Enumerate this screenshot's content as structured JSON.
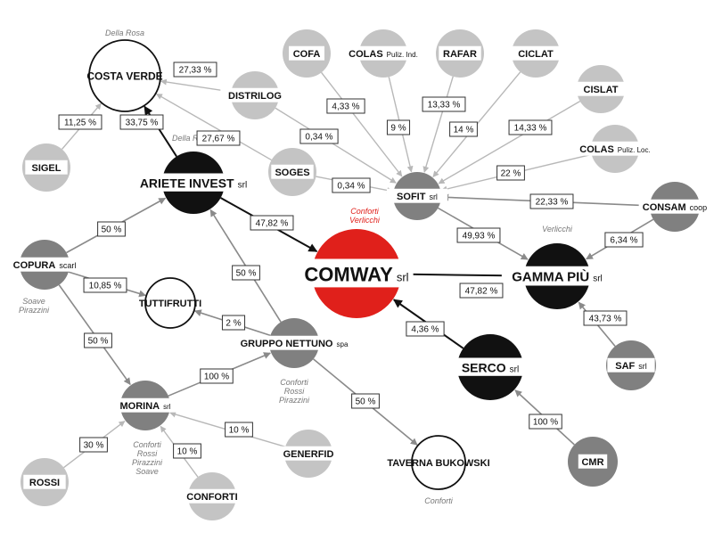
{
  "colors": {
    "black": "#111111",
    "dark": "#808080",
    "light": "#c4c4c4",
    "red": "#e0201b",
    "white": "#ffffff",
    "arrow_light": "#b8b8b8",
    "arrow_mid": "#8a8a8a",
    "arrow_dark": "#111111"
  },
  "nodes": [
    {
      "id": "costa",
      "name": "COSTA VERDE",
      "suffix": "",
      "style": "white",
      "notes": [
        "Della Rosa"
      ],
      "note_style": "black"
    },
    {
      "id": "sigel",
      "name": "SIGEL",
      "suffix": "",
      "style": "light",
      "notes": []
    },
    {
      "id": "distrilog",
      "name": "DISTRILOG",
      "suffix": "",
      "style": "light",
      "notes": []
    },
    {
      "id": "soges",
      "name": "SOGES",
      "suffix": "",
      "style": "light",
      "notes": []
    },
    {
      "id": "ariete",
      "name": "ARIETE INVEST",
      "suffix": "srl",
      "style": "black",
      "notes": [
        "Della Rosa"
      ],
      "note_style": "black"
    },
    {
      "id": "cofa",
      "name": "COFA",
      "suffix": "",
      "style": "light",
      "notes": []
    },
    {
      "id": "colas1",
      "name": "COLAS",
      "suffix": "Puliz. Ind.",
      "style": "light",
      "notes": []
    },
    {
      "id": "rafar",
      "name": "RAFAR",
      "suffix": "",
      "style": "light",
      "notes": []
    },
    {
      "id": "ciclat",
      "name": "CICLAT",
      "suffix": "",
      "style": "light",
      "notes": []
    },
    {
      "id": "cislat",
      "name": "CISLAT",
      "suffix": "",
      "style": "light",
      "notes": []
    },
    {
      "id": "colas2",
      "name": "COLAS",
      "suffix": "Puliz. Loc.",
      "style": "light",
      "notes": []
    },
    {
      "id": "sofit",
      "name": "SOFIT",
      "suffix": "srl",
      "style": "dark",
      "notes": []
    },
    {
      "id": "consam",
      "name": "CONSAM",
      "suffix": "coop",
      "style": "dark",
      "notes": []
    },
    {
      "id": "gamma",
      "name": "GAMMA PIÙ",
      "suffix": "srl",
      "style": "black",
      "notes": [
        "Verlicchi"
      ],
      "note_style": "black"
    },
    {
      "id": "comway",
      "name": "COMWAY",
      "suffix": "srl",
      "style": "red",
      "notes": [
        "Conforti",
        "Verlicchi"
      ],
      "note_style": "red"
    },
    {
      "id": "copura",
      "name": "COPURA",
      "suffix": "scarl",
      "style": "dark",
      "notes": [
        "Soave",
        "Pirazzini"
      ]
    },
    {
      "id": "tutti",
      "name": "TUTTIFRUTTI",
      "suffix": "",
      "style": "white",
      "notes": []
    },
    {
      "id": "nettuno",
      "name": "GRUPPO NETTUNO",
      "suffix": "spa",
      "style": "dark",
      "notes": [
        "Conforti",
        "Rossi",
        "Pirazzini"
      ]
    },
    {
      "id": "serco",
      "name": "SERCO",
      "suffix": "srl",
      "style": "black",
      "notes": []
    },
    {
      "id": "saf",
      "name": "SAF",
      "suffix": "srl",
      "style": "dark",
      "notes": []
    },
    {
      "id": "morina",
      "name": "MORINA",
      "suffix": "srl",
      "style": "dark",
      "notes": [
        "Conforti",
        "Rossi",
        "Pirazzini",
        "Soave"
      ]
    },
    {
      "id": "rossi",
      "name": "ROSSI",
      "suffix": "",
      "style": "light",
      "notes": []
    },
    {
      "id": "conforti",
      "name": "CONFORTI",
      "suffix": "",
      "style": "light",
      "notes": []
    },
    {
      "id": "generfid",
      "name": "GENERFID",
      "suffix": "",
      "style": "light",
      "notes": []
    },
    {
      "id": "taverna",
      "name": "TAVERNA BUKOWSKI",
      "suffix": "",
      "style": "white",
      "notes": [
        "Conforti"
      ]
    },
    {
      "id": "cmr",
      "name": "CMR",
      "suffix": "",
      "style": "dark",
      "notes": []
    }
  ],
  "edges": [
    {
      "from": "distrilog",
      "to": "costa",
      "pct": "27,33 %",
      "shade": "light"
    },
    {
      "from": "sigel",
      "to": "costa",
      "pct": "11,25 %",
      "shade": "light"
    },
    {
      "from": "ariete",
      "to": "costa",
      "pct": "33,75 %",
      "shade": "dark"
    },
    {
      "from": "soges",
      "to": "costa",
      "pct": "27,67 %",
      "shade": "light"
    },
    {
      "from": "distrilog",
      "to": "sofit",
      "pct": "0,34 %",
      "shade": "light"
    },
    {
      "from": "soges",
      "to": "sofit",
      "pct": "0,34 %",
      "shade": "light"
    },
    {
      "from": "cofa",
      "to": "sofit",
      "pct": "4,33 %",
      "shade": "light"
    },
    {
      "from": "colas1",
      "to": "sofit",
      "pct": "9 %",
      "shade": "light"
    },
    {
      "from": "rafar",
      "to": "sofit",
      "pct": "13,33 %",
      "shade": "light"
    },
    {
      "from": "ciclat",
      "to": "sofit",
      "pct": "14 %",
      "shade": "light"
    },
    {
      "from": "cislat",
      "to": "sofit",
      "pct": "14,33 %",
      "shade": "light"
    },
    {
      "from": "colas2",
      "to": "sofit",
      "pct": "22 %",
      "shade": "light"
    },
    {
      "from": "consam",
      "to": "sofit",
      "pct": "22,33 %",
      "shade": "mid"
    },
    {
      "from": "sofit",
      "to": "gamma",
      "pct": "49,93 %",
      "shade": "mid"
    },
    {
      "from": "consam",
      "to": "gamma",
      "pct": "6,34 %",
      "shade": "mid"
    },
    {
      "from": "saf",
      "to": "gamma",
      "pct": "43,73 %",
      "shade": "mid"
    },
    {
      "from": "gamma",
      "to": "comway",
      "pct": "47,82 %",
      "shade": "dark"
    },
    {
      "from": "ariete",
      "to": "comway",
      "pct": "47,82 %",
      "shade": "dark"
    },
    {
      "from": "serco",
      "to": "comway",
      "pct": "4,36 %",
      "shade": "dark"
    },
    {
      "from": "copura",
      "to": "ariete",
      "pct": "50 %",
      "shade": "mid"
    },
    {
      "from": "nettuno",
      "to": "ariete",
      "pct": "50 %",
      "shade": "mid"
    },
    {
      "from": "copura",
      "to": "tutti",
      "pct": "10,85 %",
      "shade": "mid"
    },
    {
      "from": "nettuno",
      "to": "tutti",
      "pct": "2 %",
      "shade": "mid"
    },
    {
      "from": "copura",
      "to": "morina",
      "pct": "50 %",
      "shade": "mid"
    },
    {
      "from": "morina",
      "to": "nettuno",
      "pct": "100 %",
      "shade": "mid"
    },
    {
      "from": "nettuno",
      "to": "taverna",
      "pct": "50 %",
      "shade": "mid"
    },
    {
      "from": "cmr",
      "to": "serco",
      "pct": "100 %",
      "shade": "mid"
    },
    {
      "from": "rossi",
      "to": "morina",
      "pct": "30 %",
      "shade": "light"
    },
    {
      "from": "conforti",
      "to": "morina",
      "pct": "10 %",
      "shade": "light"
    },
    {
      "from": "generfid",
      "to": "morina",
      "pct": "10 %",
      "shade": "light"
    }
  ]
}
